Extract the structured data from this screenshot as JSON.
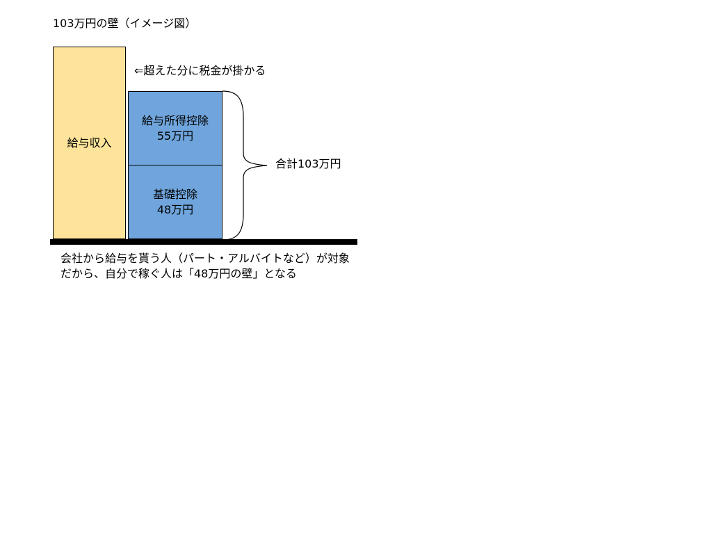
{
  "title": "103万円の壁（イメージ図）",
  "income_box": {
    "label": "給与収入",
    "color": "#fde49a"
  },
  "employment_deduction": {
    "label": "給与所得控除",
    "amount": "55万円",
    "color": "#6fa5dc"
  },
  "basic_deduction": {
    "label": "基礎控除",
    "amount": "48万円",
    "color": "#6fa5dc"
  },
  "excess_note": "⇐超えた分に税金が掛かる",
  "total_label": "合計103万円",
  "footnote": "会社から給与を貰う人（パート・アルバイトなど）が対象だから、自分で稼ぐ人は「48万円の壁」となる"
}
